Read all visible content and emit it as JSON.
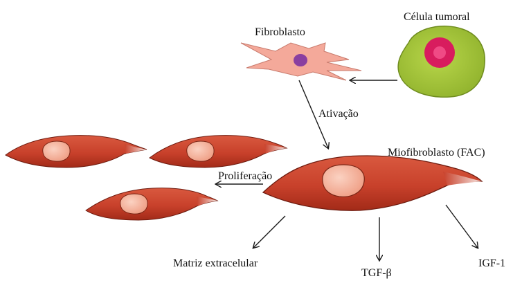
{
  "labels": {
    "fibroblast": "Fibroblasto",
    "tumor_cell": "Célula tumoral",
    "activation": "Ativação",
    "myofibroblast": "Miofibroblasto (FAC)",
    "proliferation": "Proliferação",
    "extracellular_matrix": "Matriz extracelular",
    "tgf_beta": "TGF-β",
    "igf1": "IGF-1"
  },
  "colors": {
    "fibroblast_body": "#f4a99a",
    "fibroblast_nucleus": "#8a3fa0",
    "tumor_body": "#a3c43a",
    "tumor_nucleus": "#d81c5e",
    "tumor_nucleolus": "#e8336f",
    "myofibroblast_body": "#c8412b",
    "myofibroblast_edge": "#8f2414",
    "myofibroblast_nucleus": "#f2a48c",
    "arrow": "#1a1a1a"
  }
}
